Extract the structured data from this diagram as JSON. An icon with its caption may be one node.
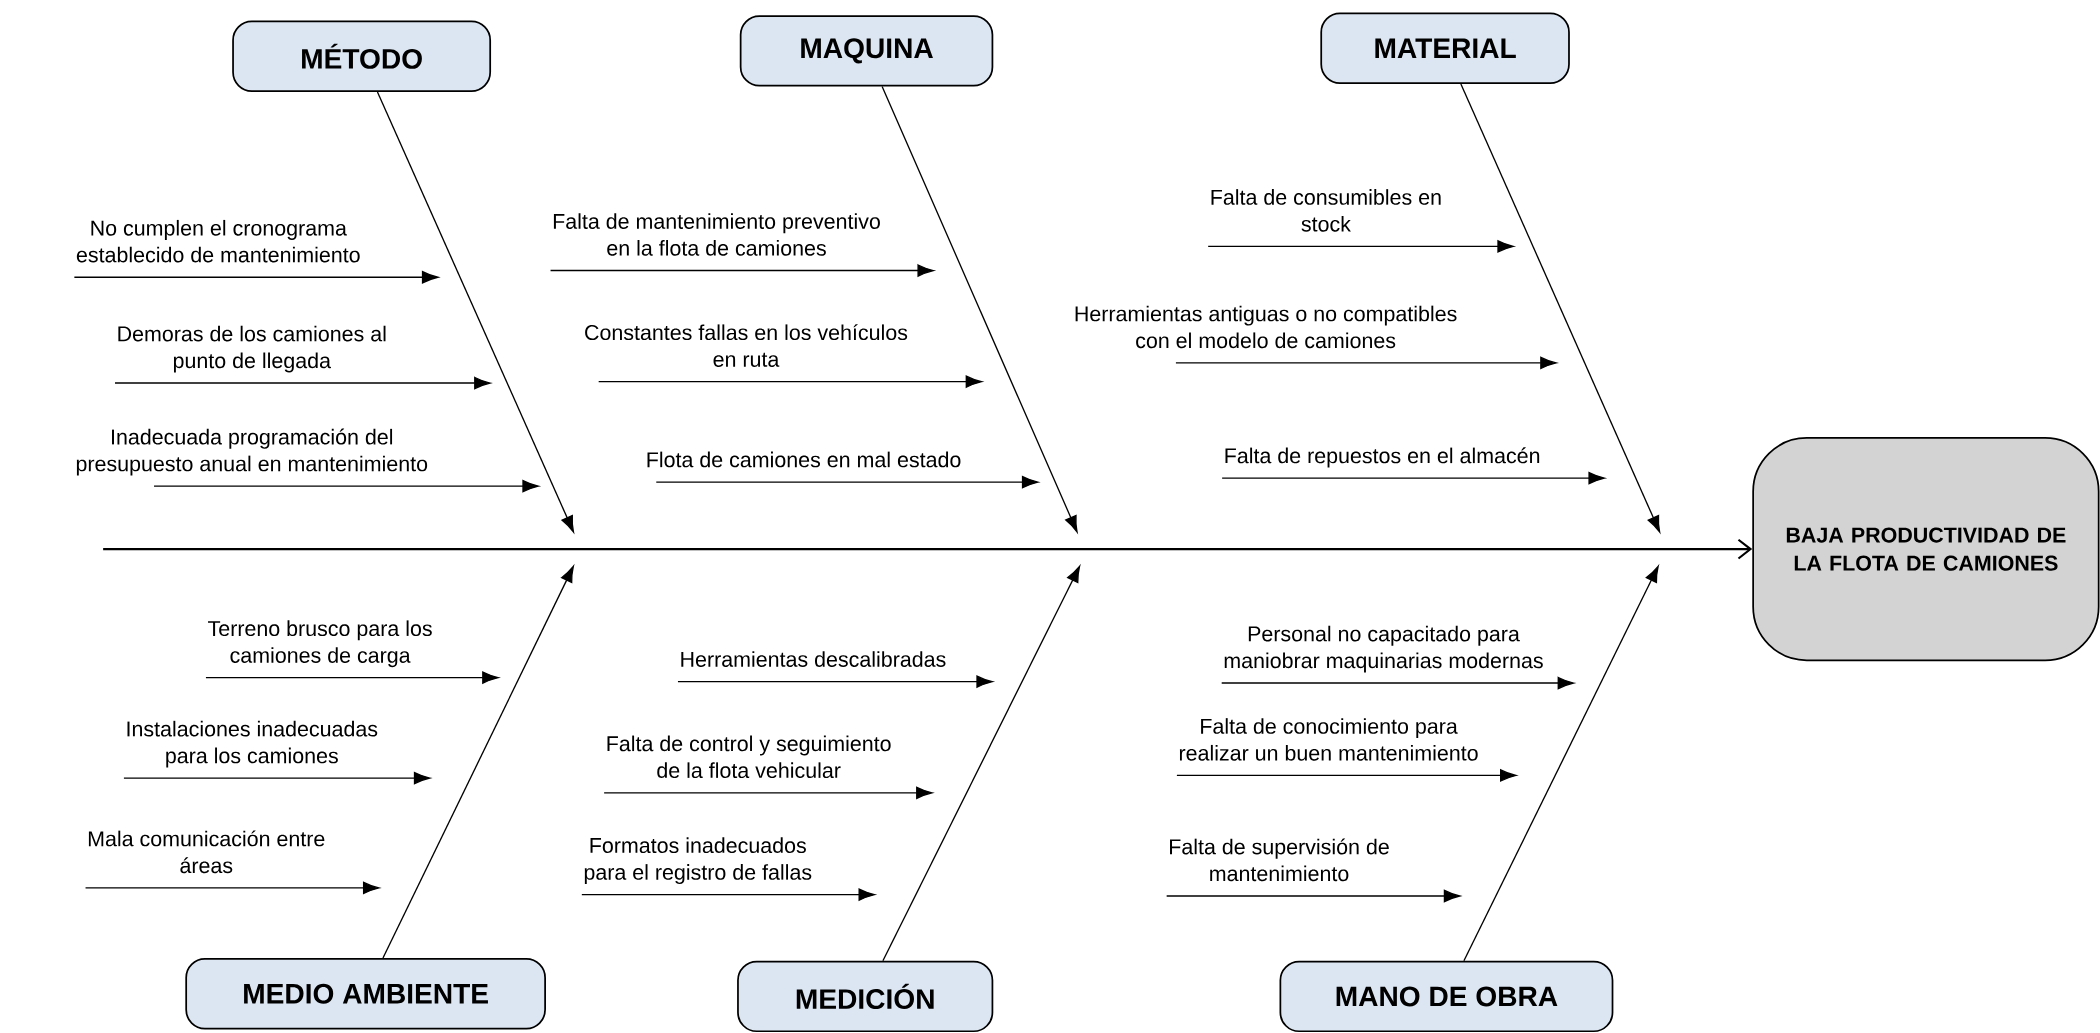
{
  "diagram": {
    "nodes": [
      {
        "text": [
          "MÉTODO"
        ]
      },
      {
        "text": [
          "MAQUINA"
        ]
      },
      {
        "text": [
          "MATERIAL"
        ]
      },
      {
        "text": [
          "No cumplen el cronograma establecido de mantenimiento"
        ]
      },
      {
        "text": [
          "Demoras de los camiones al punto de llegada"
        ]
      },
      {
        "text": [
          "Inadecuada programación del presupuesto anual en mantenimiento"
        ]
      },
      {
        "text": [
          "Falta de mantenimiento preventivo en la flota de camiones"
        ]
      },
      {
        "text": [
          "Constantes fallas en los vehículos en ruta"
        ]
      },
      {
        "text": [
          "Flota de camiones en mal estado"
        ]
      },
      {
        "text": [
          "Falta de consumibles en stock"
        ]
      },
      {
        "text": [
          "Herramientas antiguas o no compatibles con el modelo de camiones"
        ]
      },
      {
        "text": [
          "Falta de repuestos en el almacén"
        ]
      },
      {
        "text": [
          "BAJA PRODUCTIVIDAD DE LA FLOTA DE CAMIONES"
        ]
      },
      {
        "text": [
          "Terreno brusco para los camiones de carga"
        ]
      },
      {
        "text": [
          "Instalaciones inadecuadas para los camiones"
        ]
      },
      {
        "text": [
          "Mala comunicación entre áreas"
        ]
      },
      {
        "text": [
          "Herramientas descalibradas"
        ]
      },
      {
        "text": [
          "Falta de control y seguimiento de la flota vehicular"
        ]
      },
      {
        "text": [
          "Formatos inadecuados para el registro de fallas"
        ]
      },
      {
        "text": [
          "Personal no capacitado para maniobrar maquinarias modernas"
        ]
      },
      {
        "text": [
          "Falta de conocimiento para realizar un buen mantenimiento"
        ]
      },
      {
        "text": [
          "Falta de supervisión de mantenimiento"
        ]
      },
      {
        "text": [
          "MEDIO AMBIENTE"
        ]
      },
      {
        "text": [
          "MEDICIÓN"
        ]
      },
      {
        "text": [
          "MANO DE OBRA"
        ]
      }
    ],
    "edges": [
      {
        "from": null,
        "to": 12,
        "arrow": "to"
      },
      {
        "from": 0,
        "to": null,
        "arrow": "to"
      },
      {
        "from": 1,
        "to": null,
        "arrow": "to"
      },
      {
        "from": 2,
        "to": null,
        "arrow": "to"
      },
      {
        "from": 22,
        "to": null,
        "arrow": "to"
      },
      {
        "from": 23,
        "to": null,
        "arrow": "to"
      },
      {
        "from": 24,
        "to": null,
        "arrow": "to"
      },
      {
        "from": 3,
        "to": null,
        "arrow": "to"
      },
      {
        "from": 4,
        "to": null,
        "arrow": "to"
      },
      {
        "from": 5,
        "to": null,
        "arrow": "to"
      },
      {
        "from": 6,
        "to": null,
        "arrow": "to"
      },
      {
        "from": 7,
        "to": null,
        "arrow": "to"
      },
      {
        "from": 8,
        "to": null,
        "arrow": "to"
      },
      {
        "from": 9,
        "to": null,
        "arrow": "to"
      },
      {
        "from": 10,
        "to": null,
        "arrow": "to"
      },
      {
        "from": 11,
        "to": null,
        "arrow": "to"
      },
      {
        "from": 13,
        "to": null,
        "arrow": "to"
      },
      {
        "from": 14,
        "to": null,
        "arrow": "to"
      },
      {
        "from": 15,
        "to": null,
        "arrow": "to"
      },
      {
        "from": 16,
        "to": null,
        "arrow": "to"
      },
      {
        "from": 17,
        "to": null,
        "arrow": "to"
      },
      {
        "from": 18,
        "to": null,
        "arrow": "to"
      },
      {
        "from": 19,
        "to": null,
        "arrow": "to"
      },
      {
        "from": 20,
        "to": null,
        "arrow": "to"
      },
      {
        "from": 21,
        "to": null,
        "arrow": "to"
      }
    ]
  }
}
